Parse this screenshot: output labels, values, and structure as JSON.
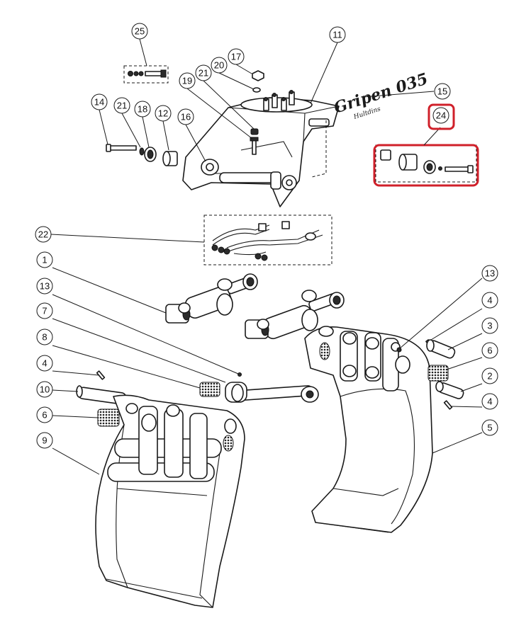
{
  "drawing": {
    "brand_text": "Gripen 035",
    "brand_signature": "Hultdins",
    "highlight_color": "#d0202a",
    "highlighted_part": "24",
    "part_labels": [
      "1",
      "2",
      "3",
      "4",
      "4",
      "4",
      "5",
      "6",
      "6",
      "7",
      "8",
      "9",
      "10",
      "11",
      "12",
      "13",
      "13",
      "14",
      "15",
      "16",
      "17",
      "18",
      "19",
      "20",
      "21",
      "21",
      "22",
      "24",
      "25"
    ]
  }
}
